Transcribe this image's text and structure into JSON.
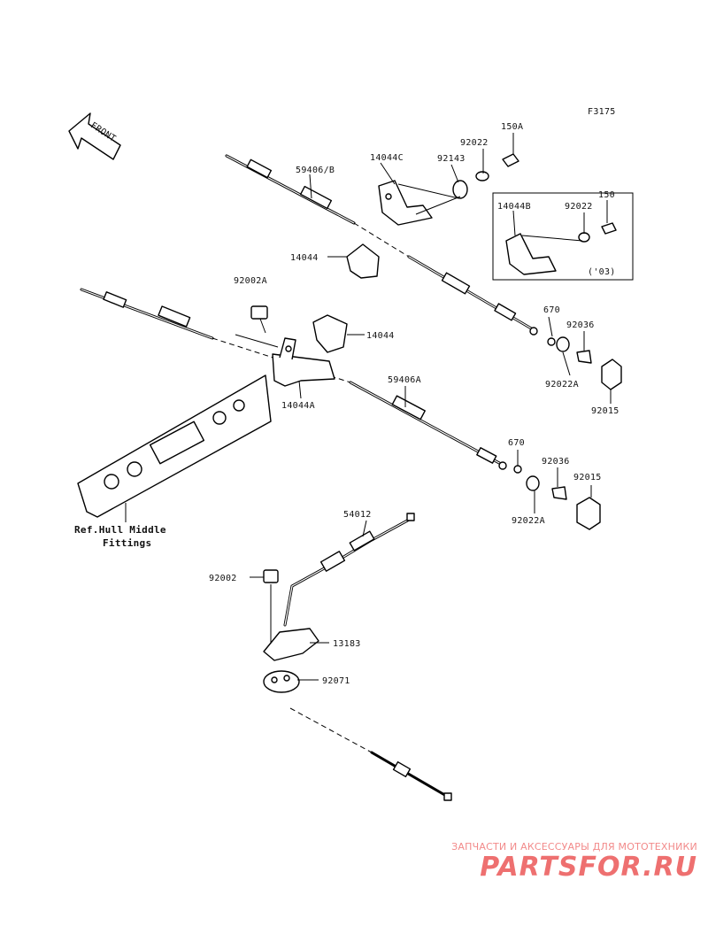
{
  "diagram": {
    "code": "F3175",
    "front_label": "FRONT",
    "ref_note_line1": "Ref.Hull Middle",
    "ref_note_line2": "Fittings",
    "variant_note": "('03)",
    "parts": {
      "p59406B": "59406/B",
      "p14044C": "14044C",
      "p92143": "92143",
      "p92022_top": "92022",
      "p150A": "150A",
      "p14044B": "14044B",
      "p92022_box": "92022",
      "p150": "150",
      "p14044_top": "14044",
      "p92002A": "92002A",
      "p14044_mid": "14044",
      "p14044A": "14044A",
      "p670_top": "670",
      "p92036_top": "92036",
      "p92022A_top": "92022A",
      "p92015_top": "92015",
      "p59406A": "59406A",
      "p670_bot": "670",
      "p92036_bot": "92036",
      "p92015_bot": "92015",
      "p92022A_bot": "92022A",
      "p54012": "54012",
      "p92002": "92002",
      "p13183": "13183",
      "p92071": "92071"
    }
  },
  "watermark": {
    "tagline": "ЗАПЧАСТИ И АКСЕССУАРЫ ДЛЯ МОТОТЕХНИКИ",
    "logo": "PARTSFOR.RU",
    "color": "#ee7070"
  }
}
